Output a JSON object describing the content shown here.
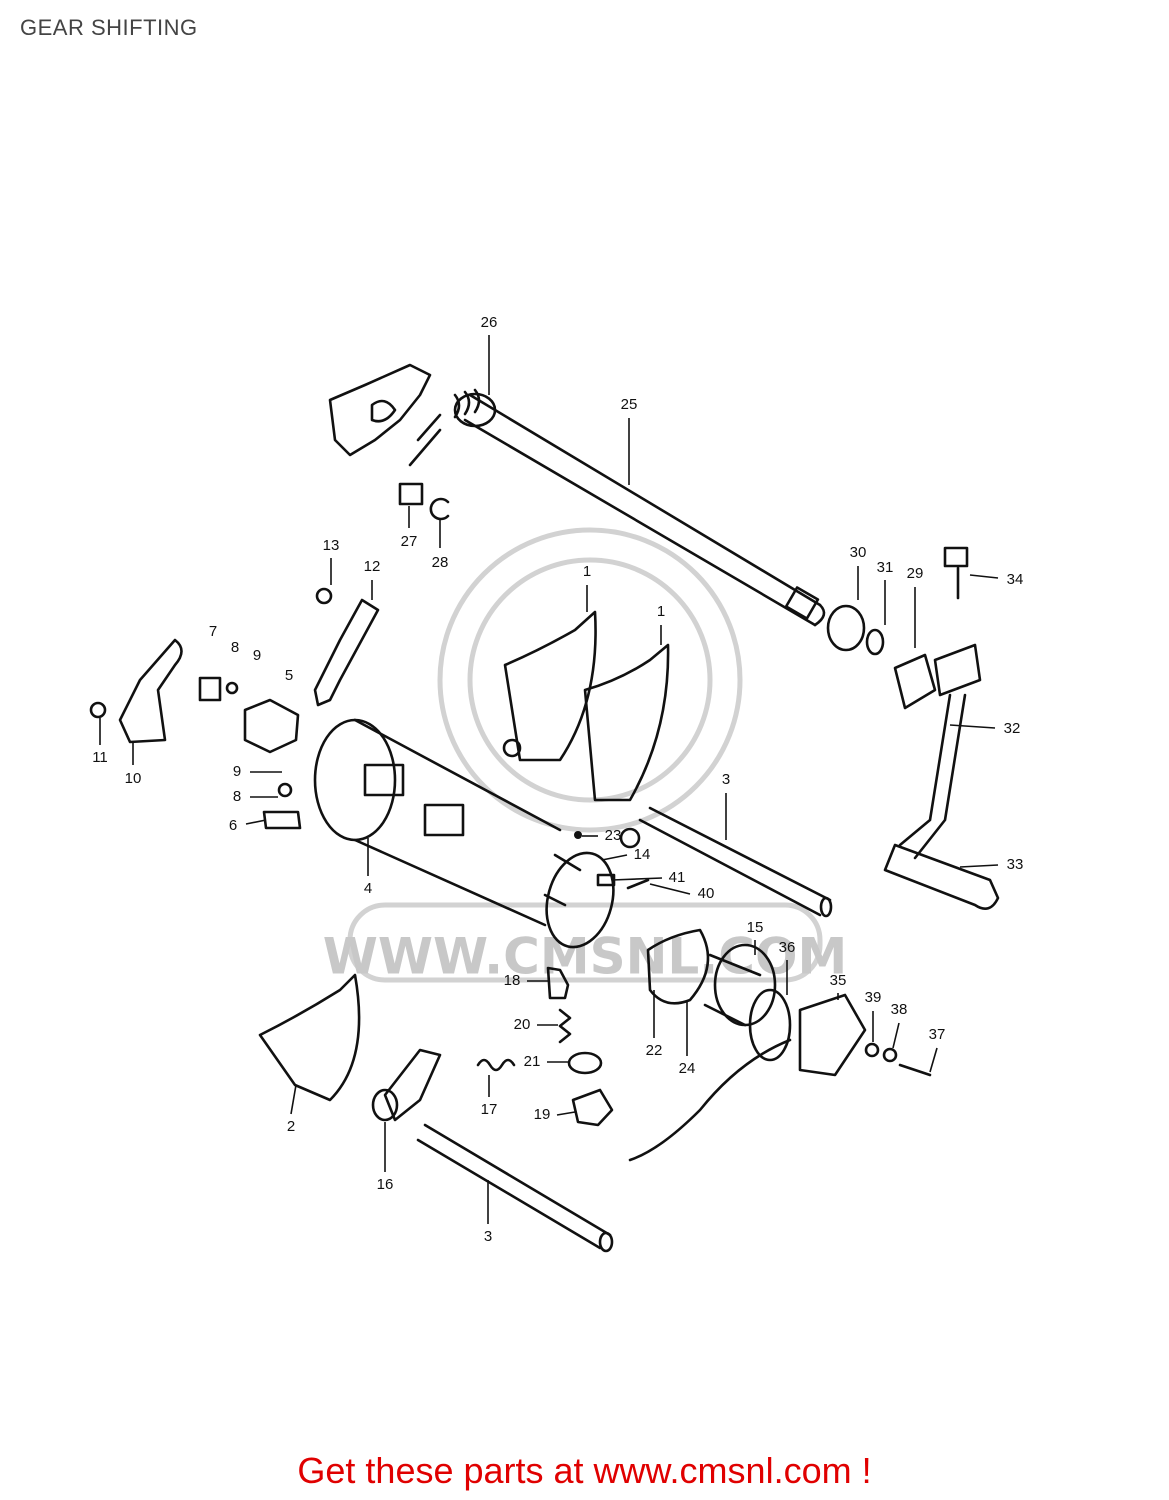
{
  "title": "GEAR SHIFTING",
  "footer": {
    "text": "Get these parts at www.cmsnl.com !",
    "color": "#e00000"
  },
  "watermark": {
    "text": "WWW.CMSNL.COM"
  },
  "callouts": [
    "1",
    "1",
    "2",
    "3",
    "3",
    "4",
    "5",
    "6",
    "7",
    "8",
    "8",
    "9",
    "9",
    "10",
    "11",
    "12",
    "13",
    "14",
    "15",
    "16",
    "17",
    "18",
    "19",
    "20",
    "21",
    "22",
    "23",
    "24",
    "25",
    "26",
    "27",
    "28",
    "29",
    "30",
    "31",
    "32",
    "33",
    "34",
    "35",
    "36",
    "37",
    "38",
    "39",
    "40",
    "41"
  ]
}
